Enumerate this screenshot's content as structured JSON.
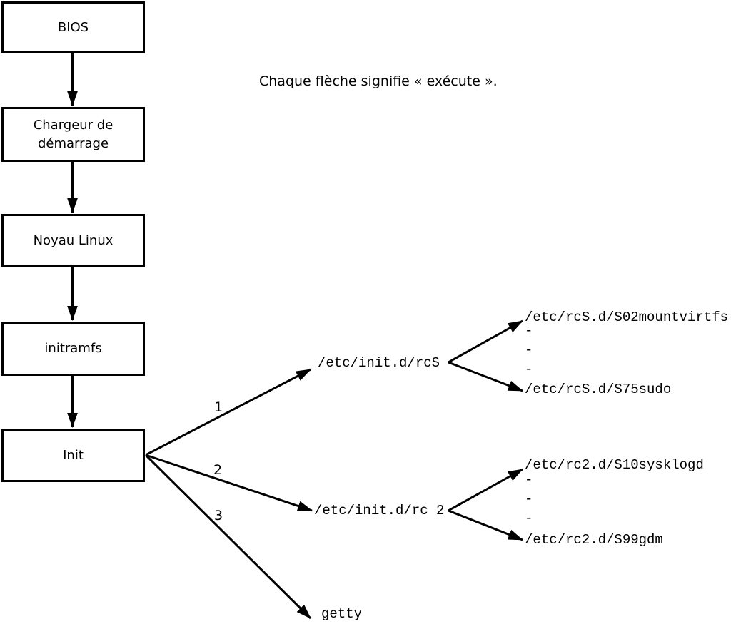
{
  "colors": {
    "foreground": "#000000",
    "background": "#ffffff"
  },
  "note": "Chaque flèche signifie « exécute ».",
  "flow": {
    "boxes": [
      {
        "id": "bios",
        "label": "BIOS"
      },
      {
        "id": "bootloader",
        "label": "Chargeur de\ndémarrage"
      },
      {
        "id": "kernel",
        "label": "Noyau Linux"
      },
      {
        "id": "initramfs",
        "label": "initramfs"
      },
      {
        "id": "init",
        "label": "Init"
      }
    ]
  },
  "branches": {
    "b1": {
      "order": "1",
      "target": "/etc/init.d/rcS"
    },
    "b2": {
      "order": "2",
      "target": "/etc/init.d/rc 2"
    },
    "b3": {
      "order": "3",
      "target": "getty"
    }
  },
  "rcS_children": {
    "first": "/etc/rcS.d/S02mountvirtfs",
    "last": "/etc/rcS.d/S75sudo"
  },
  "rc2_children": {
    "first": "/etc/rc2.d/S10sysklogd",
    "last": "/etc/rc2.d/S99gdm"
  },
  "ellipsis_dash": "-"
}
